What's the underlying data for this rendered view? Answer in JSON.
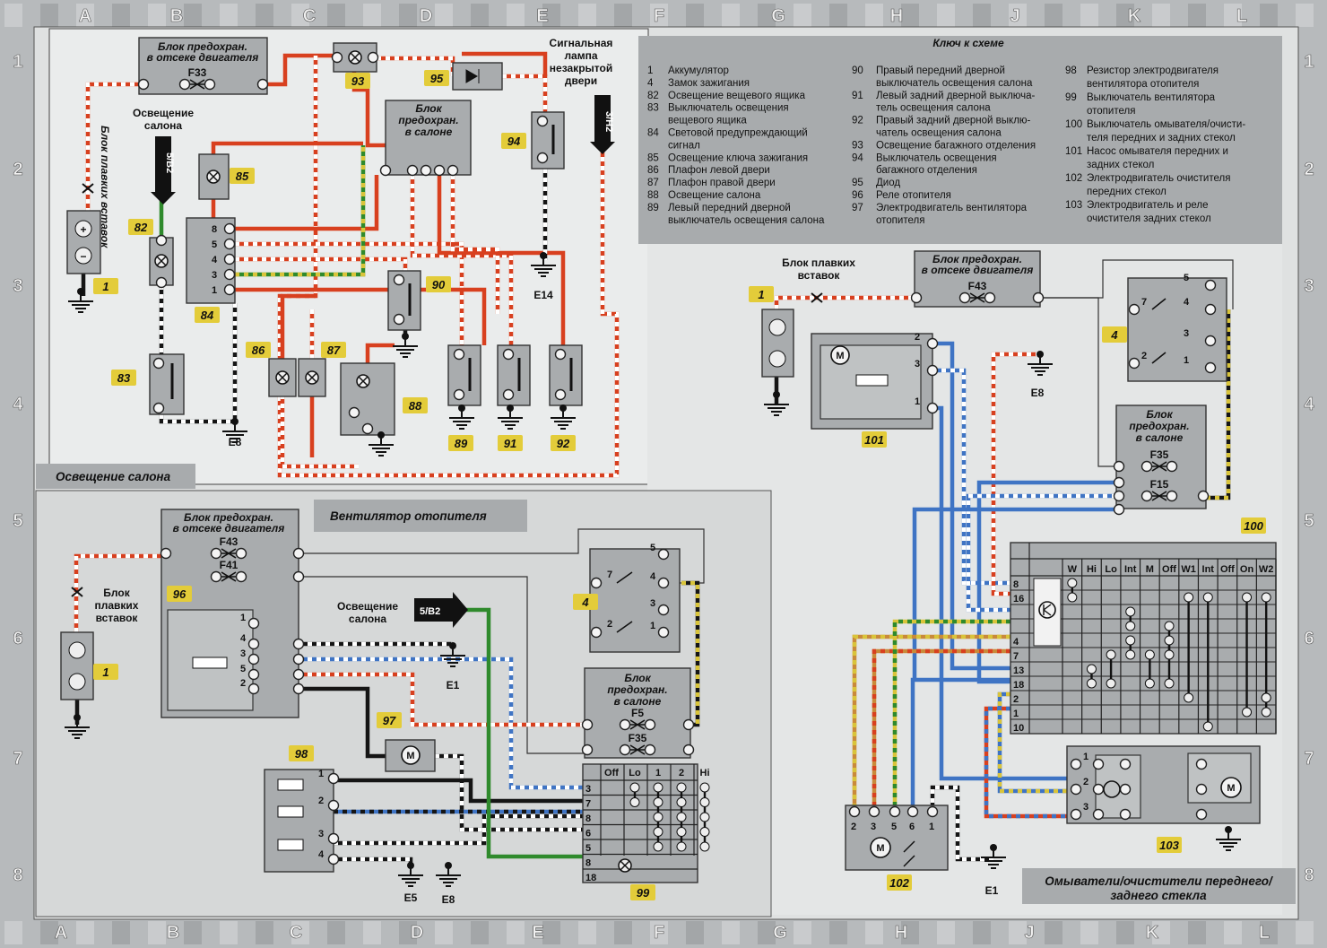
{
  "grid": {
    "columns_top": [
      "A",
      "B",
      "C",
      "D",
      "E",
      "F",
      "G",
      "H",
      "J",
      "K",
      "L"
    ],
    "columns_bottom": [
      "A",
      "B",
      "C",
      "D",
      "E",
      "F",
      "G",
      "H",
      "J",
      "K",
      "L"
    ],
    "rows": [
      "1",
      "2",
      "3",
      "4",
      "5",
      "6",
      "7",
      "8"
    ]
  },
  "key": {
    "title": "Ключ к схеме",
    "columns": [
      [
        {
          "num": "1",
          "lines": [
            "Аккумулятор"
          ]
        },
        {
          "num": "4",
          "lines": [
            "Замок зажигания"
          ]
        },
        {
          "num": "82",
          "lines": [
            "Освещение вещевого ящика"
          ]
        },
        {
          "num": "83",
          "lines": [
            "Выключатель освещения",
            "вещевого ящика"
          ]
        },
        {
          "num": "84",
          "lines": [
            "Световой предупреждающий",
            "сигнал"
          ]
        },
        {
          "num": "85",
          "lines": [
            "Освещение ключа зажигания"
          ]
        },
        {
          "num": "86",
          "lines": [
            "Плафон левой двери"
          ]
        },
        {
          "num": "87",
          "lines": [
            "Плафон правой двери"
          ]
        },
        {
          "num": "88",
          "lines": [
            "Освещение салона"
          ]
        },
        {
          "num": "89",
          "lines": [
            "Левый передний дверной",
            "выключатель освещения салона"
          ]
        }
      ],
      [
        {
          "num": "90",
          "lines": [
            "Правый передний дверной",
            "выключатель освещения салона"
          ]
        },
        {
          "num": "91",
          "lines": [
            "Левый задний дверной выключа-",
            "тель освещения салона"
          ]
        },
        {
          "num": "92",
          "lines": [
            "Правый задний дверной выклю-",
            "чатель освещения салона"
          ]
        },
        {
          "num": "93",
          "lines": [
            "Освещение багажного отделения"
          ]
        },
        {
          "num": "94",
          "lines": [
            "Выключатель освещения",
            "багажного отделения"
          ]
        },
        {
          "num": "95",
          "lines": [
            "Диод"
          ]
        },
        {
          "num": "96",
          "lines": [
            "Реле отопителя"
          ]
        },
        {
          "num": "97",
          "lines": [
            "Электродвигатель вентилятора",
            "отопителя"
          ]
        }
      ],
      [
        {
          "num": "98",
          "lines": [
            "Резистор электродвигателя",
            "вентилятора отопителя"
          ]
        },
        {
          "num": "99",
          "lines": [
            "Выключатель вентилятора",
            "отопителя"
          ]
        },
        {
          "num": "100",
          "lines": [
            "Выключатель омывателя/очисти-",
            "теля передних и задних стекол"
          ]
        },
        {
          "num": "101",
          "lines": [
            "Насос омывателя передних и",
            "задних стекол"
          ]
        },
        {
          "num": "102",
          "lines": [
            "Электродвигатель очистителя",
            "передних стекол"
          ]
        },
        {
          "num": "103",
          "lines": [
            "Электродвигатель и реле",
            "очистителя задних стекол"
          ]
        }
      ]
    ]
  },
  "sections": {
    "interior_lighting": "Освещение салона",
    "heater_fan": "Вентилятор отопителя",
    "washers": [
      "Омыватели/очистители переднего/",
      "заднего стекла"
    ]
  },
  "blocks": {
    "engine_fuse": [
      "Блок предохран.",
      "в отсеке двигателя"
    ],
    "salon_fuse": [
      "Блок",
      "предохран.",
      "в салоне"
    ],
    "fusible_links": [
      "Блок",
      "плавких",
      "вставок"
    ],
    "fusible_links_inline": [
      "Блок плавких",
      "вставок"
    ],
    "fusible_links_rot": "Блок плавких вставок",
    "interior_light_ref": [
      "Освещение",
      "салона"
    ],
    "door_lamp": [
      "Сигнальная",
      "лампа",
      "незакрытой",
      "двери"
    ]
  },
  "connectors": {
    "to_5B2": "5/B2",
    "to_3H2": "3/H2"
  },
  "fuses": {
    "f33": "F33",
    "f43": "F43",
    "f41": "F41",
    "f5": "F5",
    "f35": "F35",
    "f15": "F15"
  },
  "grounds": {
    "e8": "E8",
    "e14": "E14",
    "e1": "E1",
    "e5": "E5"
  },
  "components": {
    "c1": "1",
    "c4": "4",
    "c82": "82",
    "c83": "83",
    "c84": "84",
    "c85": "85",
    "c86": "86",
    "c87": "87",
    "c88": "88",
    "c89": "89",
    "c90": "90",
    "c91": "91",
    "c92": "92",
    "c93": "93",
    "c94": "94",
    "c95": "95",
    "c96": "96",
    "c97": "97",
    "c98": "98",
    "c99": "99",
    "c100": "100",
    "c101": "101",
    "c102": "102",
    "c103": "103"
  },
  "pins": {
    "p84": [
      "8",
      "5",
      "4",
      "3",
      "1"
    ],
    "p96": [
      "1",
      "4",
      "3",
      "5",
      "2"
    ],
    "p98": [
      "1",
      "2",
      "3",
      "4"
    ],
    "p4": [
      "5",
      "4",
      "3",
      "1",
      "7",
      "2"
    ],
    "p101": [
      "2",
      "3",
      "1"
    ],
    "p102": [
      "2",
      "3",
      "5",
      "6",
      "1"
    ],
    "p103": [
      "1",
      "2",
      "3"
    ]
  },
  "motor_symbol": "M",
  "switch99": {
    "columns": [
      "Off",
      "Lo",
      "1",
      "2",
      "Hi"
    ],
    "rows": [
      "3",
      "7",
      "8",
      "6",
      "5",
      "8",
      "18"
    ],
    "links": [
      [
        1,
        0,
        1
      ],
      [
        2,
        0,
        4
      ],
      [
        3,
        0,
        4
      ],
      [
        4,
        0,
        4
      ]
    ]
  },
  "switch100": {
    "columns": [
      "W",
      "Hi",
      "Lo",
      "Int",
      "M",
      "Off",
      "W1",
      "Int",
      "Off",
      "On",
      "W2"
    ],
    "rows": [
      "8",
      "16",
      "",
      "",
      "4",
      "7",
      "13",
      "18",
      "2",
      "1",
      "10"
    ],
    "links": [
      [
        0,
        0,
        1
      ],
      [
        1,
        6,
        7
      ],
      [
        2,
        5,
        7
      ],
      [
        3,
        2,
        3
      ],
      [
        3,
        4,
        5
      ],
      [
        4,
        5,
        7
      ],
      [
        5,
        3,
        7
      ],
      [
        5,
        4,
        5
      ],
      [
        6,
        1,
        8
      ],
      [
        7,
        1,
        10
      ],
      [
        9,
        1,
        9
      ],
      [
        10,
        1,
        8
      ],
      [
        10,
        8,
        9
      ]
    ]
  },
  "colors": {
    "red": "#d8401f",
    "blue": "#3f74c4",
    "green": "#2f8a2c",
    "yellow": "#d9c43a",
    "orange": "#c98a3a",
    "black": "#151515",
    "tag": "#e3cc3a"
  }
}
